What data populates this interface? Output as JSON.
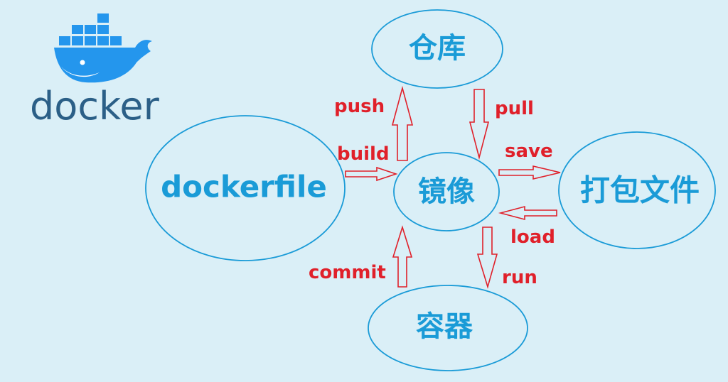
{
  "logo": {
    "wordmark": "docker",
    "icon": "docker-whale-icon"
  },
  "nodes": {
    "repo": "仓库",
    "image": "镜像",
    "dockerfile": "dockerfile",
    "archive": "打包文件",
    "container": "容器"
  },
  "edges": {
    "push": "push",
    "pull": "pull",
    "build": "build",
    "save": "save",
    "load": "load",
    "commit": "commit",
    "run": "run"
  },
  "colors": {
    "background": "#daeff7",
    "node_stroke": "#1a9bd7",
    "node_text": "#1a9bd7",
    "arrow": "#e0202a",
    "logo_blue": "#2496ed",
    "logo_text": "#2b5f87"
  }
}
